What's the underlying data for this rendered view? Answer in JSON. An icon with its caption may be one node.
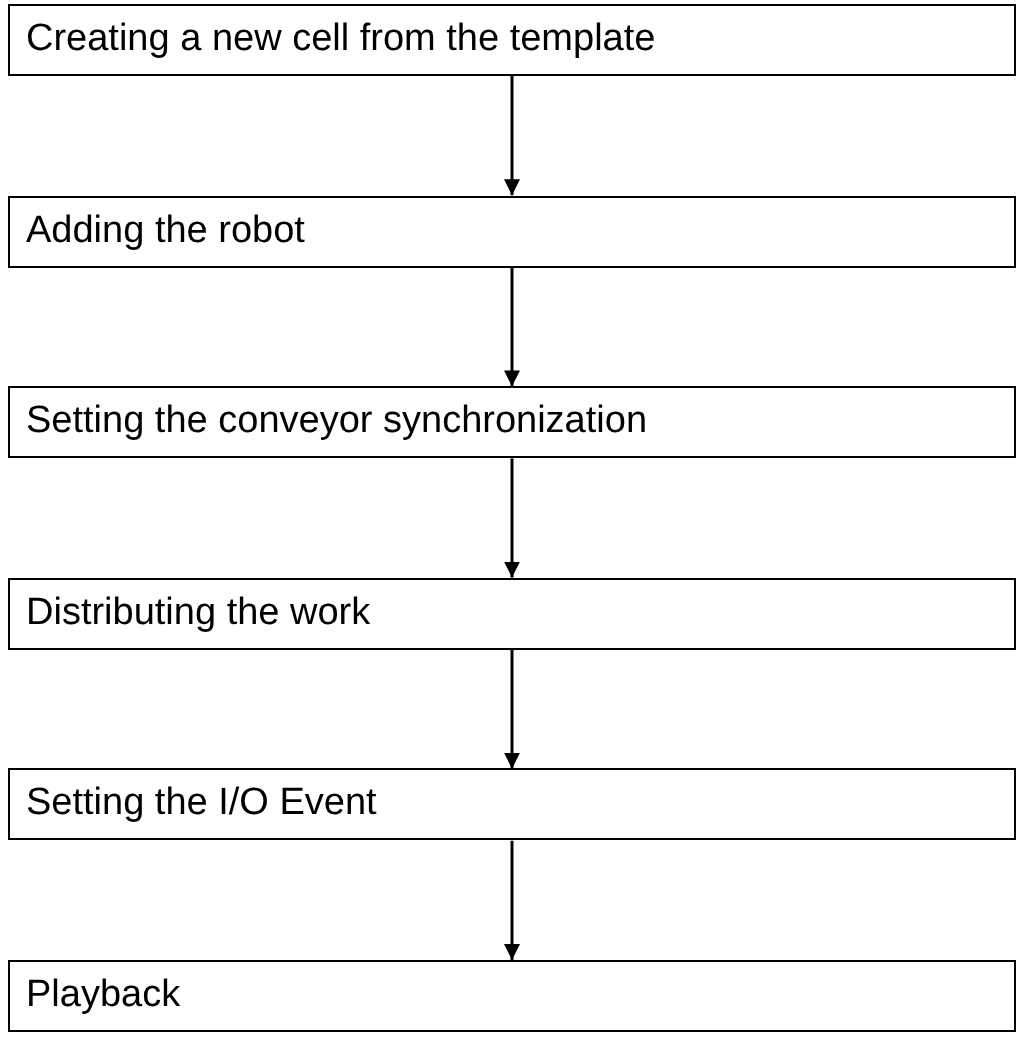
{
  "diagram": {
    "nodes": [
      {
        "text": [
          "Creating a new cell from the template"
        ]
      },
      {
        "text": [
          "Adding the robot"
        ]
      },
      {
        "text": [
          "Setting the conveyor synchronization"
        ]
      },
      {
        "text": [
          "Distributing the work"
        ]
      },
      {
        "text": [
          "Setting the I/O Event"
        ]
      },
      {
        "text": [
          "Playback"
        ]
      }
    ],
    "edges": [
      {
        "from": 0,
        "to": 1,
        "arrow": "to"
      },
      {
        "from": 1,
        "to": 2,
        "arrow": "to"
      },
      {
        "from": 2,
        "to": 3,
        "arrow": "to"
      },
      {
        "from": 3,
        "to": 4,
        "arrow": "to"
      },
      {
        "from": 4,
        "to": 5,
        "arrow": "to"
      }
    ]
  }
}
